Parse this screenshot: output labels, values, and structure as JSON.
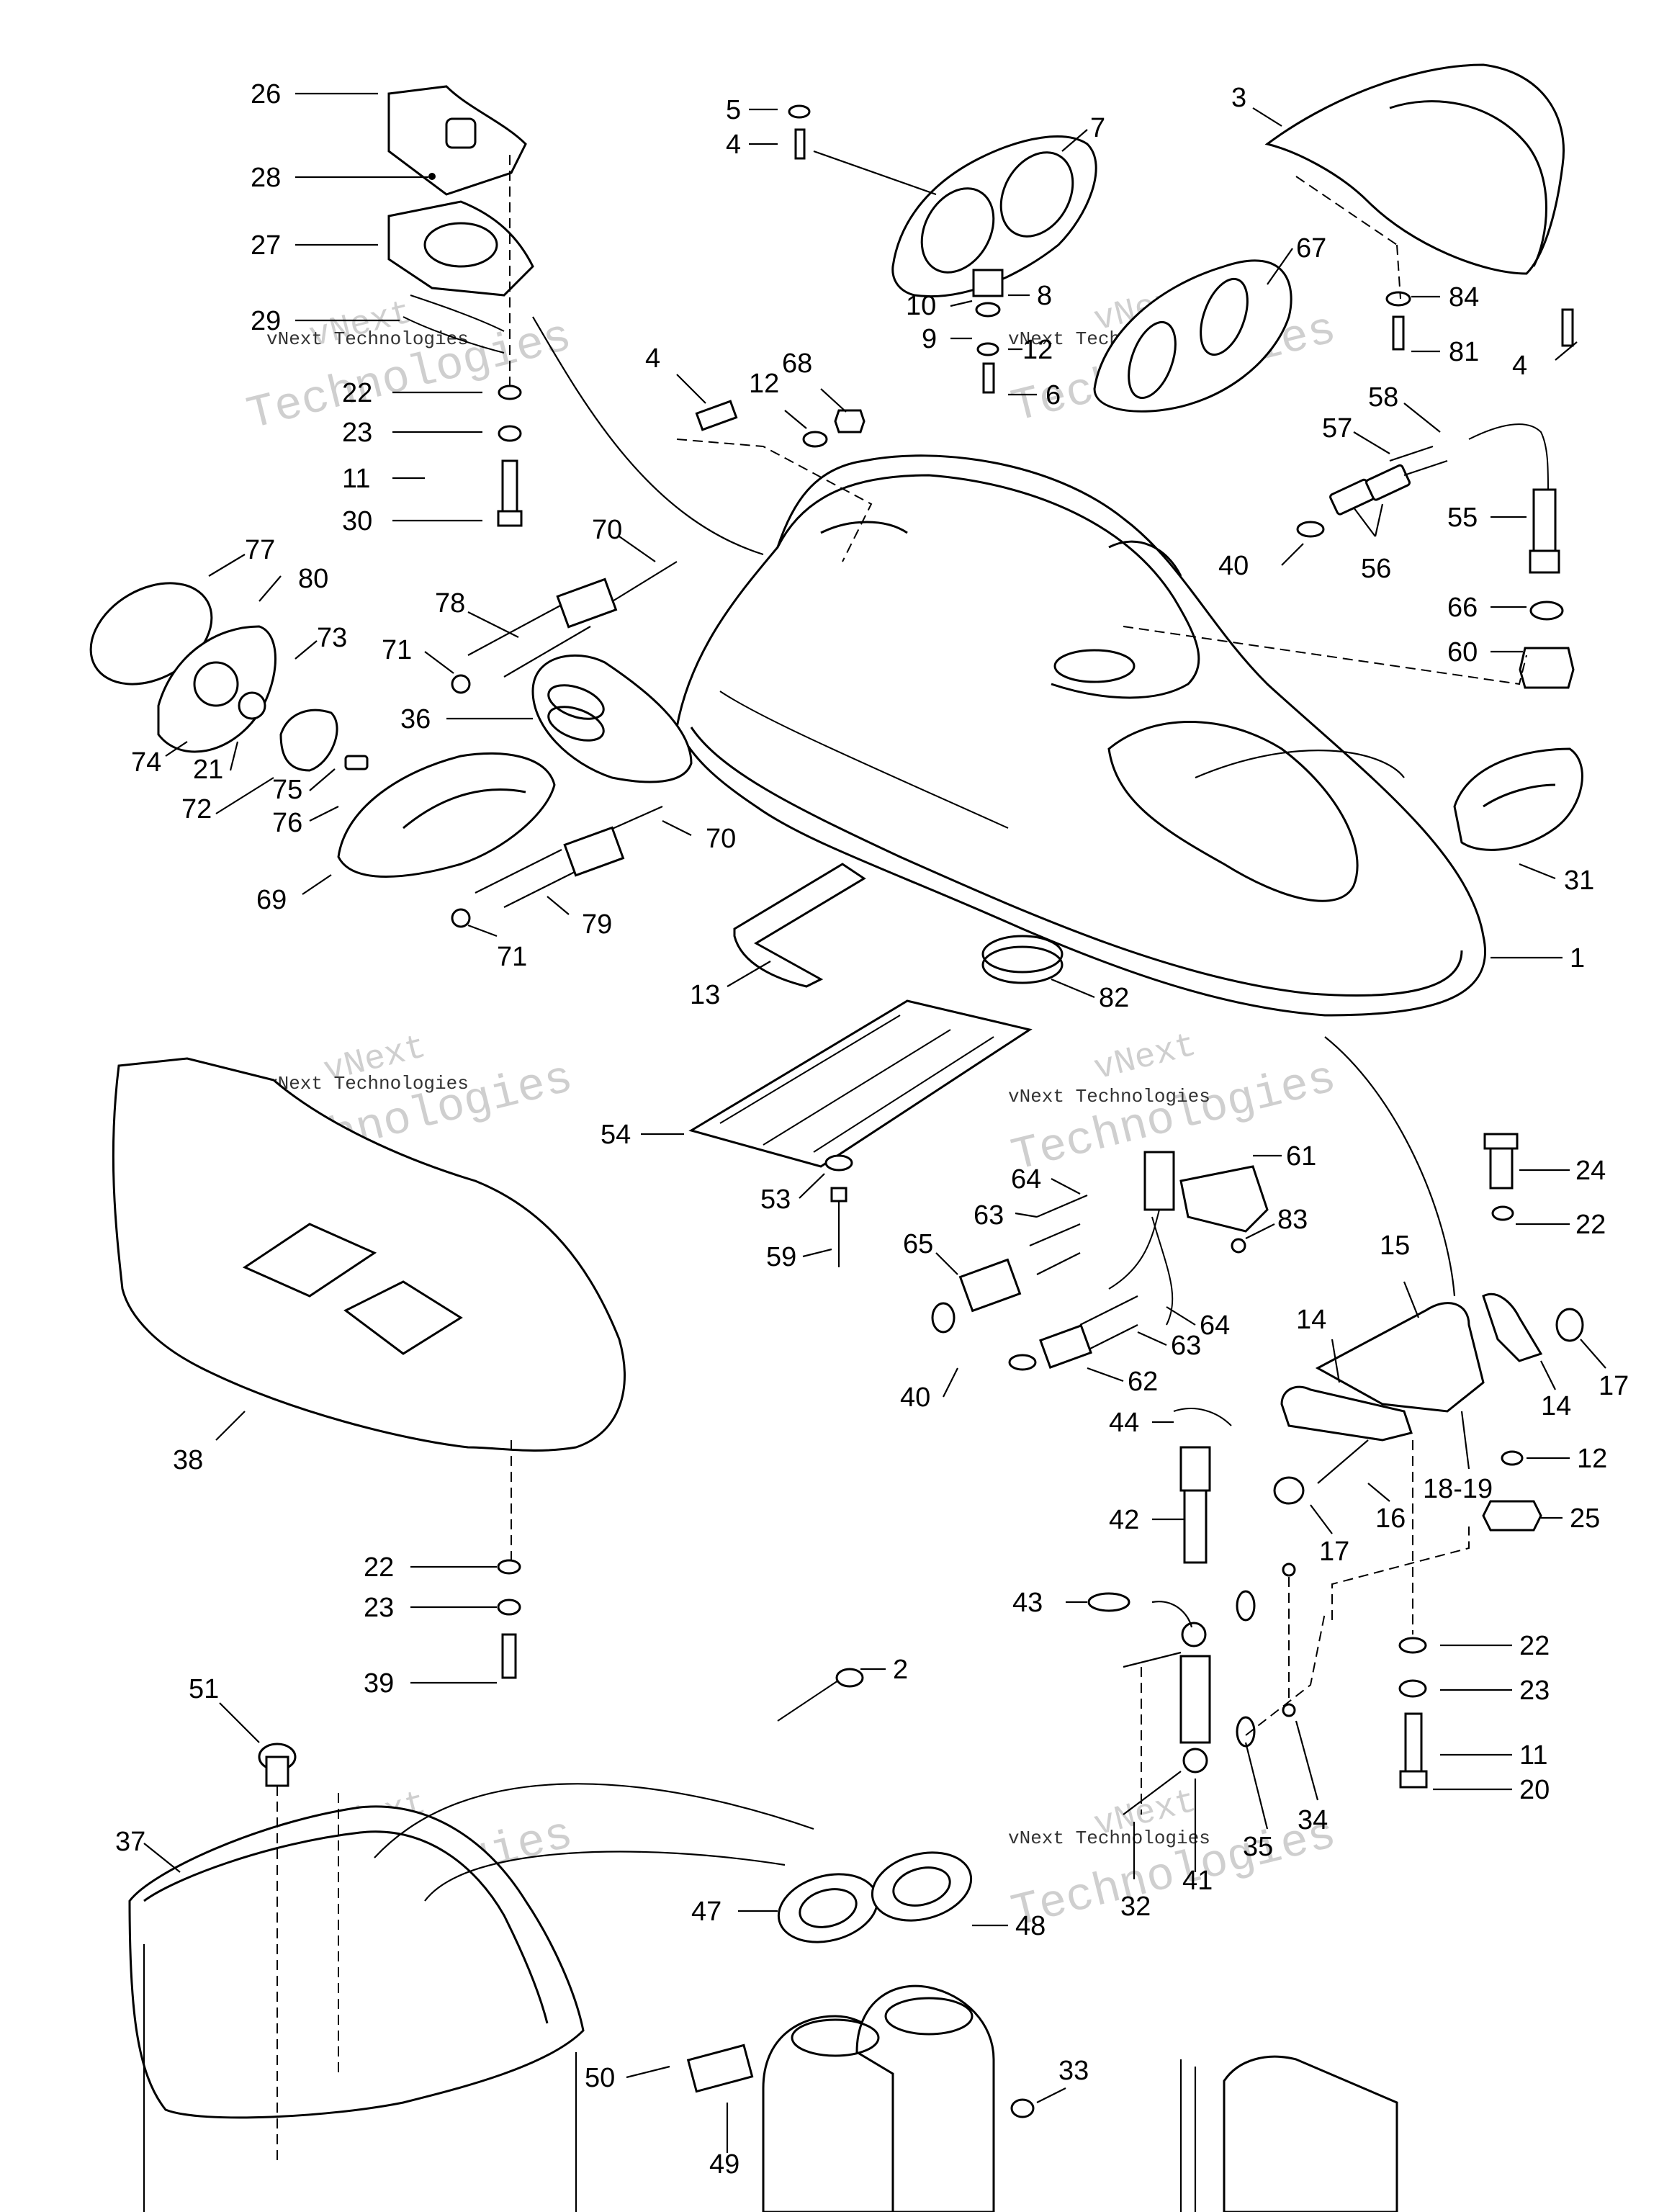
{
  "diagram": {
    "watermark_brand": "vNext",
    "watermark_word": "Technologies",
    "watermark_caption": "vNext Technologies",
    "callouts": [
      {
        "id": "c26",
        "text": "26"
      },
      {
        "id": "c28",
        "text": "28"
      },
      {
        "id": "c27",
        "text": "27"
      },
      {
        "id": "c29",
        "text": "29"
      },
      {
        "id": "c22a",
        "text": "22"
      },
      {
        "id": "c23a",
        "text": "23"
      },
      {
        "id": "c11a",
        "text": "11"
      },
      {
        "id": "c30",
        "text": "30"
      },
      {
        "id": "c5",
        "text": "5"
      },
      {
        "id": "c4a",
        "text": "4"
      },
      {
        "id": "c7",
        "text": "7"
      },
      {
        "id": "c3",
        "text": "3"
      },
      {
        "id": "c10",
        "text": "10"
      },
      {
        "id": "c8",
        "text": "8"
      },
      {
        "id": "c9",
        "text": "9"
      },
      {
        "id": "c12a",
        "text": "12"
      },
      {
        "id": "c6",
        "text": "6"
      },
      {
        "id": "c67",
        "text": "67"
      },
      {
        "id": "c84",
        "text": "84"
      },
      {
        "id": "c81",
        "text": "81"
      },
      {
        "id": "c4b",
        "text": "4"
      },
      {
        "id": "c4c",
        "text": "4"
      },
      {
        "id": "c12b",
        "text": "12"
      },
      {
        "id": "c68",
        "text": "68"
      },
      {
        "id": "c58",
        "text": "58"
      },
      {
        "id": "c57",
        "text": "57"
      },
      {
        "id": "c55",
        "text": "55"
      },
      {
        "id": "c40a",
        "text": "40"
      },
      {
        "id": "c56",
        "text": "56"
      },
      {
        "id": "c66",
        "text": "66"
      },
      {
        "id": "c60",
        "text": "60"
      },
      {
        "id": "c77",
        "text": "77"
      },
      {
        "id": "c80",
        "text": "80"
      },
      {
        "id": "c70a",
        "text": "70"
      },
      {
        "id": "c78",
        "text": "78"
      },
      {
        "id": "c73",
        "text": "73"
      },
      {
        "id": "c71a",
        "text": "71"
      },
      {
        "id": "c36",
        "text": "36"
      },
      {
        "id": "c74",
        "text": "74"
      },
      {
        "id": "c21",
        "text": "21"
      },
      {
        "id": "c72",
        "text": "72"
      },
      {
        "id": "c75",
        "text": "75"
      },
      {
        "id": "c76",
        "text": "76"
      },
      {
        "id": "c70b",
        "text": "70"
      },
      {
        "id": "c69",
        "text": "69"
      },
      {
        "id": "c79",
        "text": "79"
      },
      {
        "id": "c71b",
        "text": "71"
      },
      {
        "id": "c31",
        "text": "31"
      },
      {
        "id": "c1",
        "text": "1"
      },
      {
        "id": "c13",
        "text": "13"
      },
      {
        "id": "c82",
        "text": "82"
      },
      {
        "id": "c54",
        "text": "54"
      },
      {
        "id": "c61",
        "text": "61"
      },
      {
        "id": "c53",
        "text": "53"
      },
      {
        "id": "c64a",
        "text": "64"
      },
      {
        "id": "c63a",
        "text": "63"
      },
      {
        "id": "c83",
        "text": "83"
      },
      {
        "id": "c59",
        "text": "59"
      },
      {
        "id": "c65",
        "text": "65"
      },
      {
        "id": "c24",
        "text": "24"
      },
      {
        "id": "c22b",
        "text": "22"
      },
      {
        "id": "c15",
        "text": "15"
      },
      {
        "id": "c64b",
        "text": "64"
      },
      {
        "id": "c14a",
        "text": "14"
      },
      {
        "id": "c63b",
        "text": "63"
      },
      {
        "id": "c62",
        "text": "62"
      },
      {
        "id": "c40b",
        "text": "40"
      },
      {
        "id": "c14b",
        "text": "14"
      },
      {
        "id": "c17a",
        "text": "17"
      },
      {
        "id": "c38",
        "text": "38"
      },
      {
        "id": "c44",
        "text": "44"
      },
      {
        "id": "c12c",
        "text": "12"
      },
      {
        "id": "c1819",
        "text": "18-19"
      },
      {
        "id": "c42",
        "text": "42"
      },
      {
        "id": "c16",
        "text": "16"
      },
      {
        "id": "c25",
        "text": "25"
      },
      {
        "id": "c17b",
        "text": "17"
      },
      {
        "id": "c22c",
        "text": "22"
      },
      {
        "id": "c23b",
        "text": "23"
      },
      {
        "id": "c43",
        "text": "43"
      },
      {
        "id": "c22d",
        "text": "22"
      },
      {
        "id": "c23c",
        "text": "23"
      },
      {
        "id": "c39",
        "text": "39"
      },
      {
        "id": "c2",
        "text": "2"
      },
      {
        "id": "c11b",
        "text": "11"
      },
      {
        "id": "c20",
        "text": "20"
      },
      {
        "id": "c51",
        "text": "51"
      },
      {
        "id": "c35",
        "text": "35"
      },
      {
        "id": "c34",
        "text": "34"
      },
      {
        "id": "c37",
        "text": "37"
      },
      {
        "id": "c41",
        "text": "41"
      },
      {
        "id": "c32",
        "text": "32"
      },
      {
        "id": "c47",
        "text": "47"
      },
      {
        "id": "c48",
        "text": "48"
      },
      {
        "id": "c50",
        "text": "50"
      },
      {
        "id": "c33",
        "text": "33"
      },
      {
        "id": "c49",
        "text": "49"
      }
    ]
  }
}
